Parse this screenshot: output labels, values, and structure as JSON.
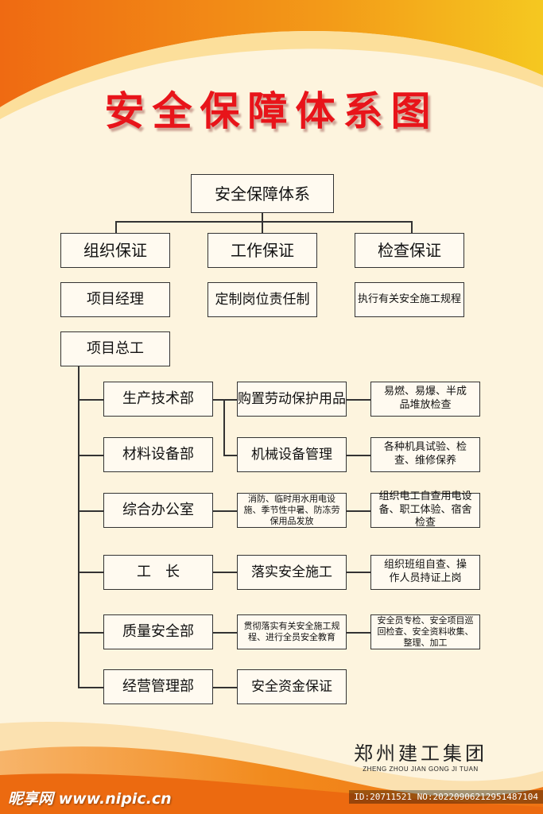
{
  "title": "安全保障体系图",
  "root": "安全保障体系",
  "branches": [
    {
      "label": "组织保证",
      "sub": "项目经理"
    },
    {
      "label": "工作保证",
      "sub": "定制岗位责任制"
    },
    {
      "label": "检查保证",
      "sub": "执行有关安全施工规程"
    }
  ],
  "chief": "项目总工",
  "departments": [
    {
      "name": "生产技术部"
    },
    {
      "name": "材料设备部"
    },
    {
      "name": "综合办公室"
    },
    {
      "name": "工　长"
    },
    {
      "name": "质量安全部"
    },
    {
      "name": "经营管理部"
    }
  ],
  "tasks": [
    "购置劳动保护用品",
    "机械设备管理",
    "消防、临时用水用电设施、季节性中暑、防冻劳保用品发放",
    "落实安全施工",
    "贯彻落实有关安全施工规程、进行全员安全教育",
    "安全资金保证"
  ],
  "details": [
    "易燃、易爆、半成品堆放检查",
    "各种机具试验、检查、维修保养",
    "组织电工自查用电设备、职工体验、宿舍检查",
    "组织班组自查、操作人员持证上岗",
    "安全员专检、安全项目巡回检查、安全资料收集、整理、加工"
  ],
  "brand": {
    "cn": "郑州建工集团",
    "en": "ZHENG ZHOU JIAN GONG JI TUAN"
  },
  "watermark": {
    "logo": "昵享网 www.nipic.cn",
    "id": "ID:20711521 NO:20220906212951487104"
  },
  "colors": {
    "title": "#e8141a",
    "orange": "#f07a10",
    "yellow": "#f4c21a"
  }
}
